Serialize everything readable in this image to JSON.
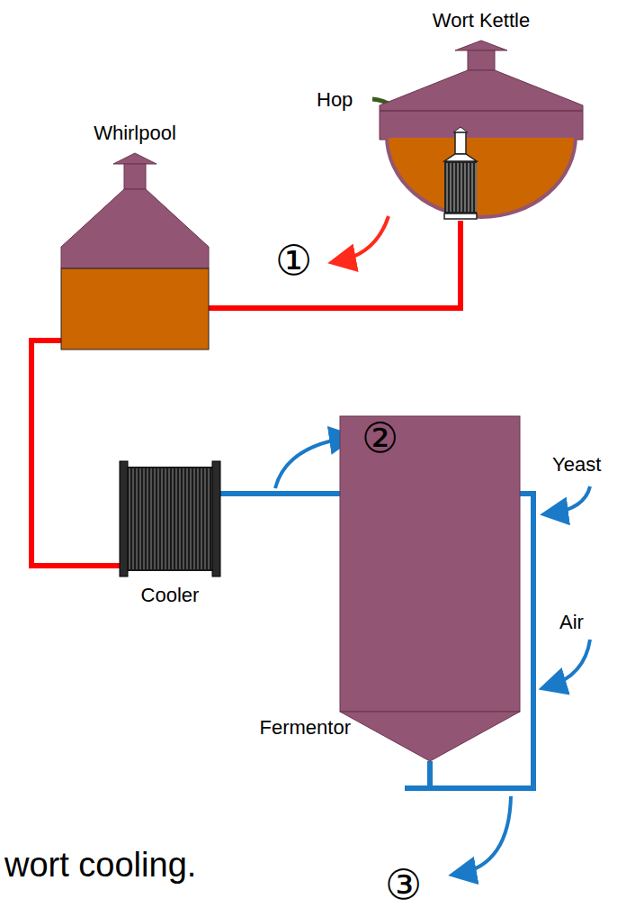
{
  "diagram": {
    "nodes": [
      {
        "text": [
          "Wort Kettle"
        ]
      },
      {
        "text": [
          "Whirlpool"
        ]
      },
      {
        "text": [
          "Cooler"
        ]
      },
      {
        "text": [
          "Fermentor"
        ]
      }
    ],
    "edges": [
      {
        "from": 0,
        "to": 1,
        "arrow": "none"
      },
      {
        "from": 1,
        "to": 2,
        "arrow": "none"
      },
      {
        "from": 2,
        "to": 3,
        "arrow": "none"
      }
    ],
    "labels": [
      "Hop",
      "①",
      "Yeast",
      "②",
      "Air",
      "③",
      "wort cooling."
    ]
  }
}
